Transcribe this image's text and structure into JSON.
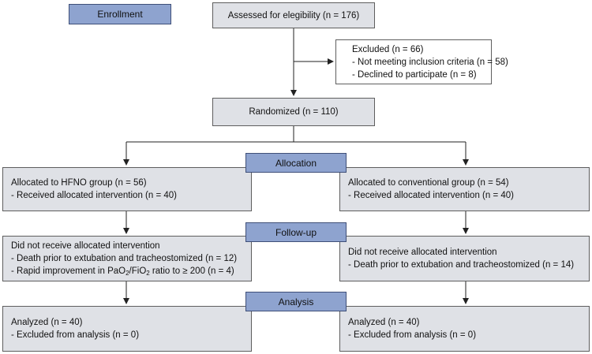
{
  "stages": {
    "enrollment": "Enrollment",
    "allocation": "Allocation",
    "followup": "Follow-up",
    "analysis": "Analysis"
  },
  "assessed": "Assessed for elegibility (n = 176)",
  "excluded": {
    "title": "Excluded (n = 66)",
    "items": [
      "- Not meeting inclusion criteria (n = 58)",
      "- Declined to participate (n = 8)"
    ]
  },
  "randomized": "Randomized (n = 110)",
  "hfno": {
    "allocation": [
      "Allocated to HFNO group (n = 56)",
      "- Received allocated intervention (n = 40)"
    ],
    "followup": {
      "title": "Did not receive allocated intervention",
      "death": "- Death prior to extubation and tracheostomized (n = 12)",
      "rapid_prefix": "- Rapid improvement in PaO",
      "rapid_sub1": "2",
      "rapid_mid": "/FiO",
      "rapid_sub2": "2",
      "rapid_suffix": " ratio to ≥ 200 (n = 4)"
    },
    "analysis": [
      "Analyzed (n = 40)",
      "- Excluded from analysis (n = 0)"
    ]
  },
  "conventional": {
    "allocation": [
      "Allocated to conventional group (n = 54)",
      "- Received allocated intervention (n = 40)"
    ],
    "followup": [
      "Did not receive allocated intervention",
      "- Death prior to extubation and tracheostomized (n = 14)"
    ],
    "analysis": [
      "Analyzed (n = 40)",
      "- Excluded from analysis (n = 0)"
    ]
  }
}
